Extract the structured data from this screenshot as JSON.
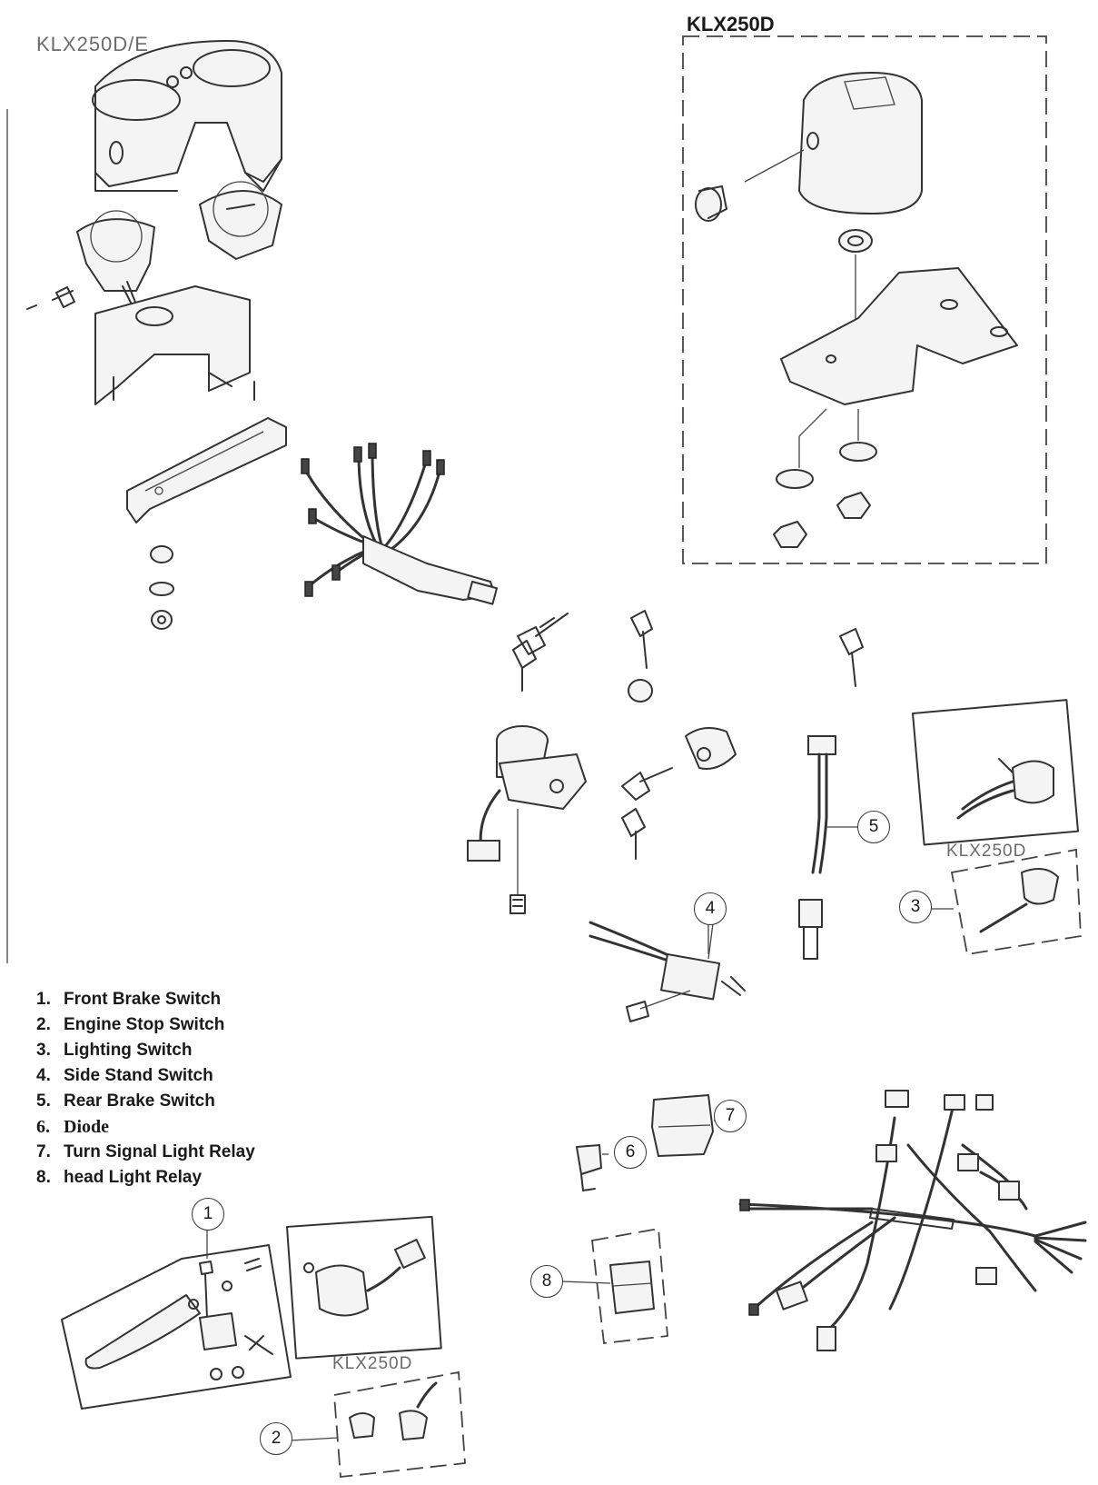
{
  "labels": {
    "model_de": "KLX250D/E",
    "model_d_top": "KLX250D",
    "model_d_right": "KLX250D",
    "model_d_bottom": "KLX250D"
  },
  "legend": [
    {
      "num": "1.",
      "text": "Front Brake Switch"
    },
    {
      "num": "2.",
      "text": "Engine Stop Switch"
    },
    {
      "num": "3.",
      "text": "Lighting Switch"
    },
    {
      "num": "4.",
      "text": "Side Stand Switch"
    },
    {
      "num": "5.",
      "text": "Rear Brake Switch"
    },
    {
      "num": "6.",
      "text": "Diode"
    },
    {
      "num": "7.",
      "text": "Turn Signal Light Relay"
    },
    {
      "num": "8.",
      "text": "head Light Relay"
    }
  ],
  "callouts": {
    "c1": "1",
    "c2": "2",
    "c3": "3",
    "c4": "4",
    "c5": "5",
    "c6": "6",
    "c7": "7",
    "c8": "8"
  }
}
